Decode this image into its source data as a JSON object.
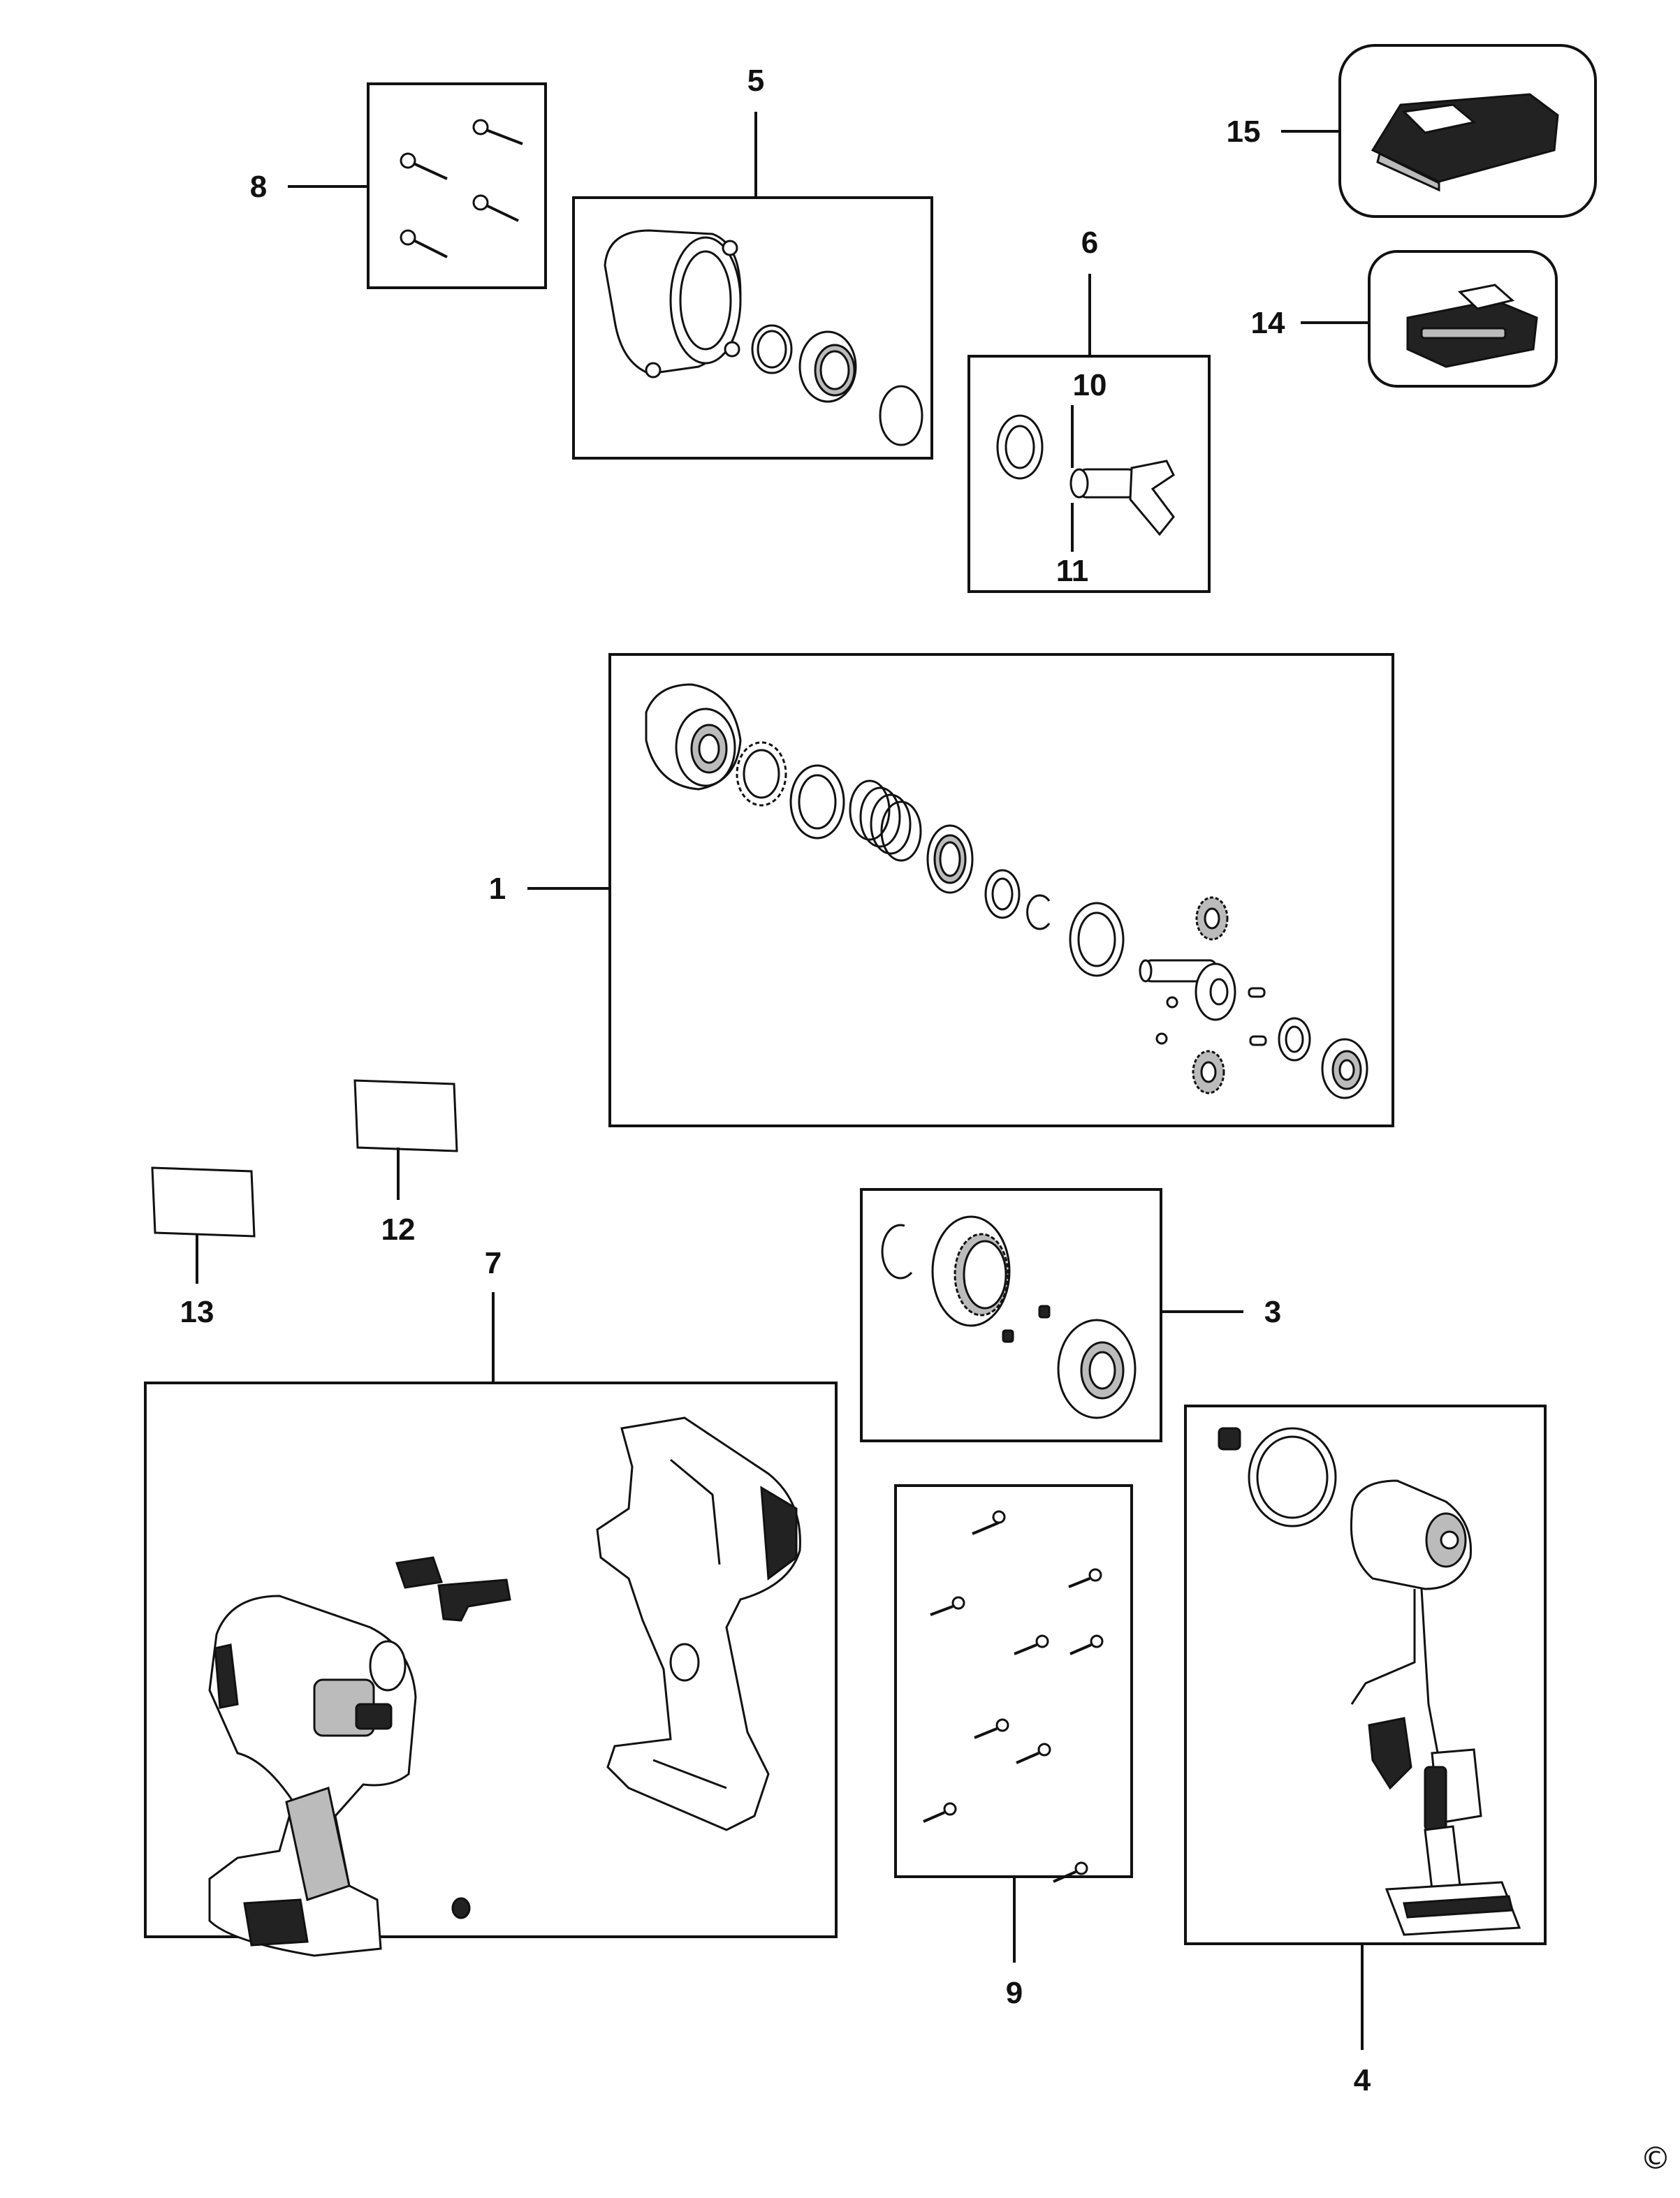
{
  "copyright_symbol": "©",
  "parts": [
    {
      "id": "p1",
      "label": "1"
    },
    {
      "id": "p3",
      "label": "3"
    },
    {
      "id": "p4",
      "label": "4"
    },
    {
      "id": "p5",
      "label": "5"
    },
    {
      "id": "p6",
      "label": "6"
    },
    {
      "id": "p7",
      "label": "7"
    },
    {
      "id": "p8",
      "label": "8"
    },
    {
      "id": "p9",
      "label": "9"
    },
    {
      "id": "p10",
      "label": "10"
    },
    {
      "id": "p11",
      "label": "11"
    },
    {
      "id": "p12",
      "label": "12"
    },
    {
      "id": "p13",
      "label": "13"
    },
    {
      "id": "p14",
      "label": "14"
    },
    {
      "id": "p15",
      "label": "15"
    }
  ]
}
